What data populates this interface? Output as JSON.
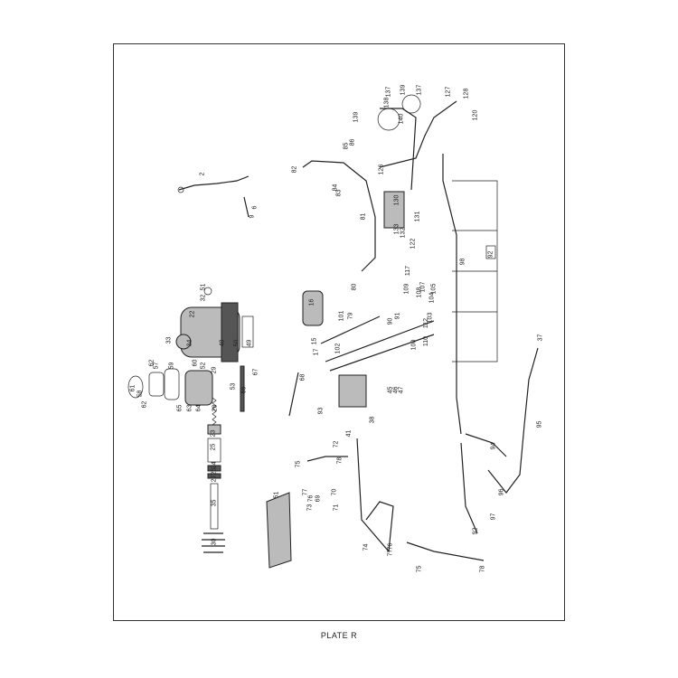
{
  "caption": "PLATE R",
  "labels": [
    "2",
    "9",
    "6",
    "51",
    "32",
    "22",
    "33",
    "34",
    "48",
    "50",
    "49",
    "61",
    "58",
    "62",
    "62",
    "57",
    "59",
    "60",
    "52",
    "29",
    "28",
    "23",
    "25",
    "24",
    "26",
    "27",
    "35",
    "30",
    "66",
    "67",
    "53",
    "65",
    "63",
    "64",
    "51",
    "75",
    "77",
    "76",
    "78",
    "72",
    "73",
    "69",
    "70",
    "71",
    "74",
    "76",
    "77",
    "75",
    "78",
    "92",
    "97",
    "96",
    "94",
    "95",
    "37",
    "98",
    "92",
    "82",
    "81",
    "84",
    "83",
    "85",
    "86",
    "139",
    "137",
    "138",
    "139",
    "137",
    "140",
    "127",
    "128",
    "120",
    "126",
    "130",
    "133",
    "132",
    "131",
    "80",
    "79",
    "16",
    "17",
    "15",
    "101",
    "102",
    "68",
    "93",
    "45",
    "46",
    "47",
    "41",
    "38",
    "110",
    "100",
    "105",
    "104",
    "103",
    "112",
    "122",
    "117",
    "109",
    "108",
    "107",
    "91",
    "90"
  ]
}
